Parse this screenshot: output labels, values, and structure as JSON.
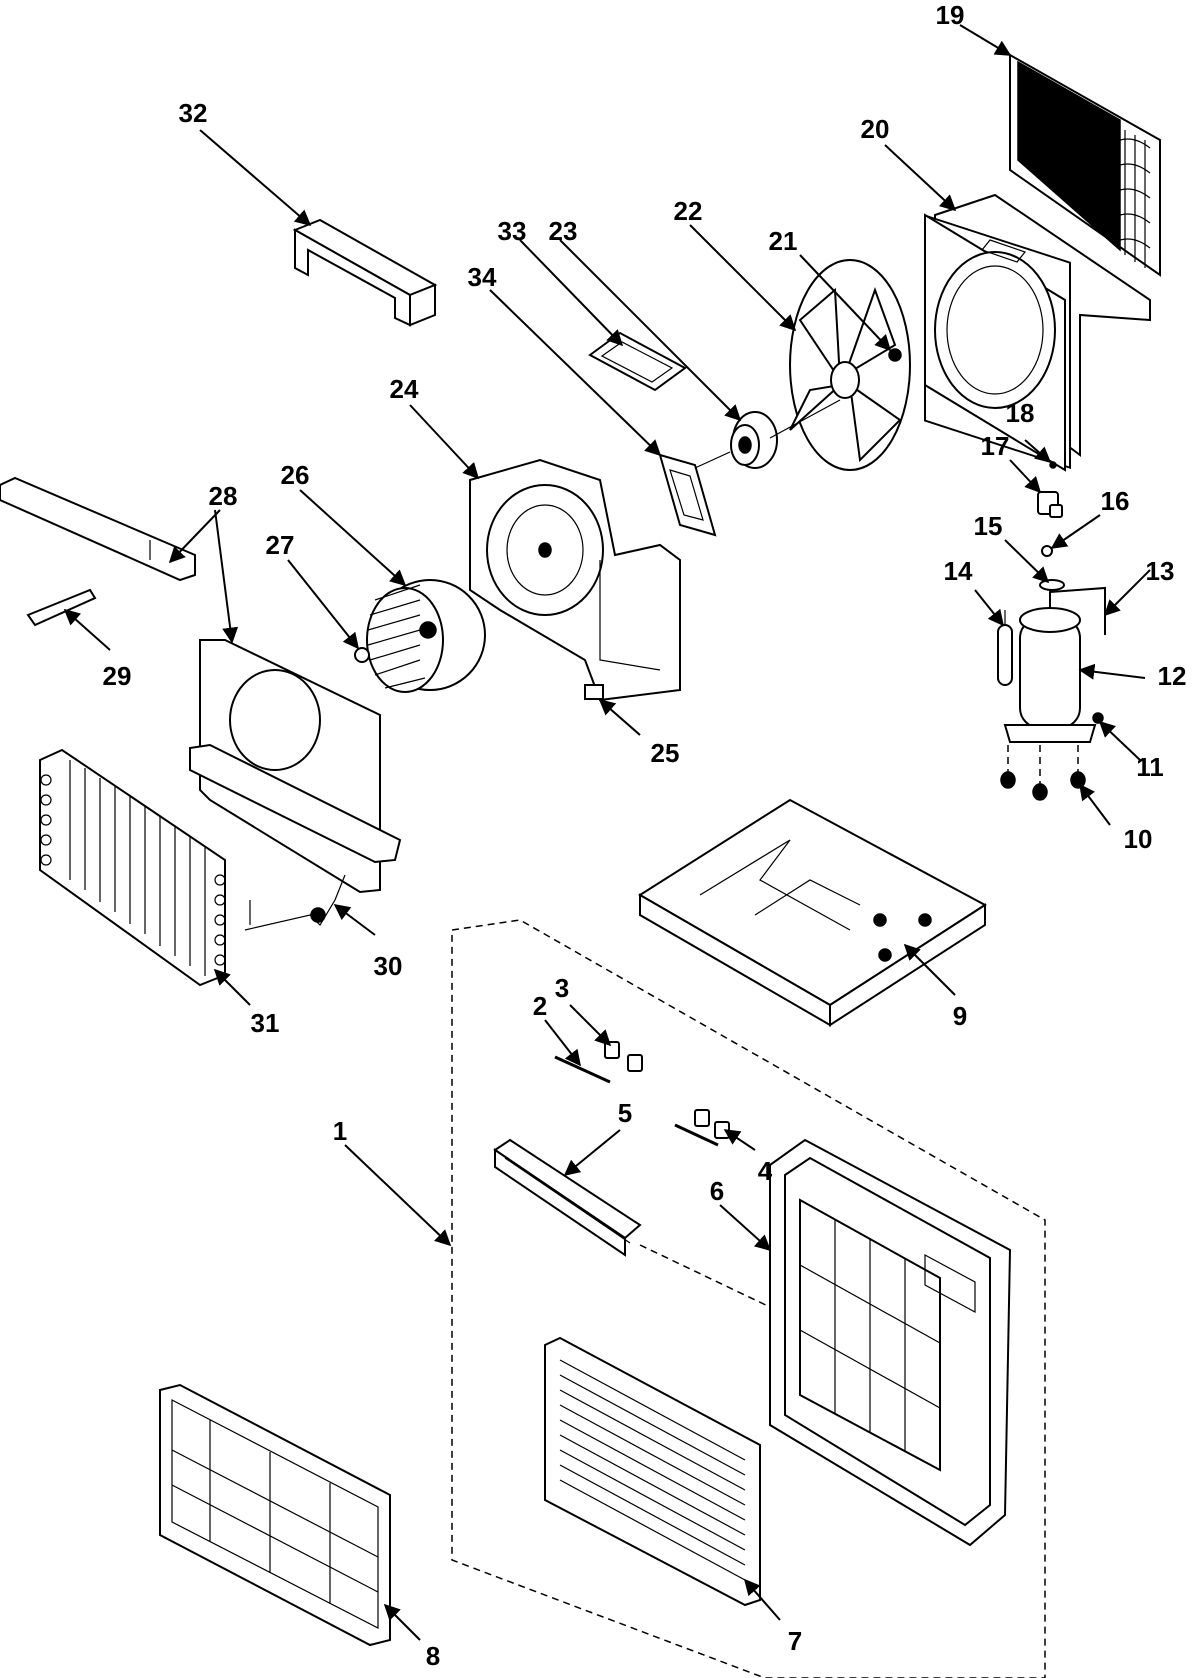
{
  "diagram": {
    "callouts": [
      {
        "id": "19",
        "label": "19"
      },
      {
        "id": "20",
        "label": "20"
      },
      {
        "id": "32",
        "label": "32"
      },
      {
        "id": "33",
        "label": "33"
      },
      {
        "id": "23",
        "label": "23"
      },
      {
        "id": "22",
        "label": "22"
      },
      {
        "id": "21",
        "label": "21"
      },
      {
        "id": "34",
        "label": "34"
      },
      {
        "id": "24",
        "label": "24"
      },
      {
        "id": "18",
        "label": "18"
      },
      {
        "id": "17",
        "label": "17"
      },
      {
        "id": "16",
        "label": "16"
      },
      {
        "id": "28",
        "label": "28"
      },
      {
        "id": "26",
        "label": "26"
      },
      {
        "id": "15",
        "label": "15"
      },
      {
        "id": "14",
        "label": "14"
      },
      {
        "id": "13",
        "label": "13"
      },
      {
        "id": "27",
        "label": "27"
      },
      {
        "id": "12",
        "label": "12"
      },
      {
        "id": "29",
        "label": "29"
      },
      {
        "id": "25",
        "label": "25"
      },
      {
        "id": "11",
        "label": "11"
      },
      {
        "id": "10",
        "label": "10"
      },
      {
        "id": "30",
        "label": "30"
      },
      {
        "id": "9",
        "label": "9"
      },
      {
        "id": "31",
        "label": "31"
      },
      {
        "id": "3",
        "label": "3"
      },
      {
        "id": "2",
        "label": "2"
      },
      {
        "id": "1",
        "label": "1"
      },
      {
        "id": "5",
        "label": "5"
      },
      {
        "id": "4",
        "label": "4"
      },
      {
        "id": "6",
        "label": "6"
      },
      {
        "id": "7",
        "label": "7"
      },
      {
        "id": "8",
        "label": "8"
      }
    ]
  }
}
